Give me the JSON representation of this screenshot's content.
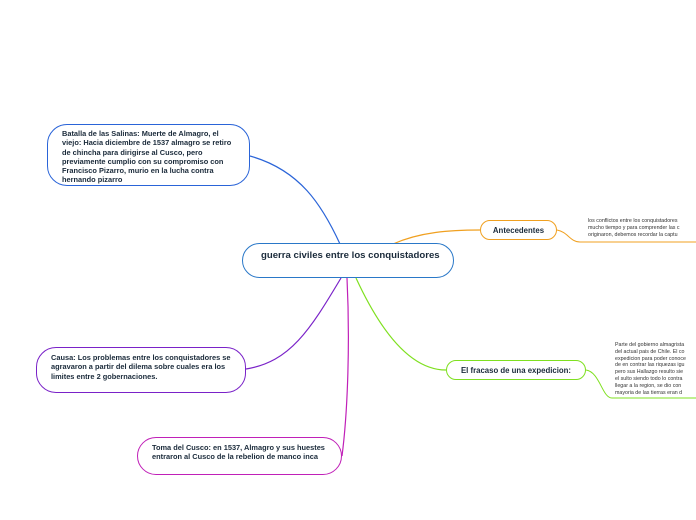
{
  "center": {
    "title": "guerra civiles entre los conquistadores"
  },
  "branches": {
    "salinas": "Batalla de las Salinas: Muerte de Almagro, el viejo:  Hacia diciembre de 1537 almagro se retiro de chincha para dirigirse al Cusco, pero previamente cumplio con su compromiso con Francisco Pizarro, murio en la lucha contra hernando pizarro",
    "causa": "Causa:  Los problemas entre los conquistadores se agravaron a partir del dilema sobre cuales era los limites entre 2 gobernaciones.",
    "cusco": "Toma del Cusco: en 1537, Almagro y sus huestes entraron al Cusco de la rebelion de manco inca",
    "antecedentes": "Antecedentes",
    "fracaso": "El fracaso de una expedicion:"
  },
  "notes": {
    "antecedentes": "los conflictos entre los conquistadores\nmucho tiempo y para comprender las c\noriginaron, debemos recordar la captu",
    "fracaso": "Parte del gobierno almagrista\ndel actual pais de Chile. El co\nexpedicion para poder conoce\nde en contrar las riquezas igu\npero sus Hallazgo resulto sie\nel sulto siendo todo lo contra\nllegar a la region, se dio con\nmayoria de las tierras eran d"
  },
  "colors": {
    "center": "#2a78c8",
    "salinas": "#2a64d8",
    "causa": "#7a22c8",
    "cusco": "#c020b8",
    "antecedentes": "#f0a020",
    "fracaso": "#7fe020"
  }
}
